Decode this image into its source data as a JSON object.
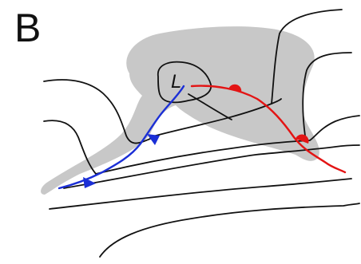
{
  "figure": {
    "panel_label": "B",
    "low_pressure_label": "L"
  },
  "colors": {
    "cloud": "#c8c8c8",
    "isobar": "#111111",
    "cold_front": "#1b2fd6",
    "warm_front": "#e31414"
  },
  "features": {
    "cold_front_symbol": "triangles",
    "warm_front_symbol": "semicircles",
    "cold_front_symbol_count": 2,
    "warm_front_symbol_count": 2
  }
}
